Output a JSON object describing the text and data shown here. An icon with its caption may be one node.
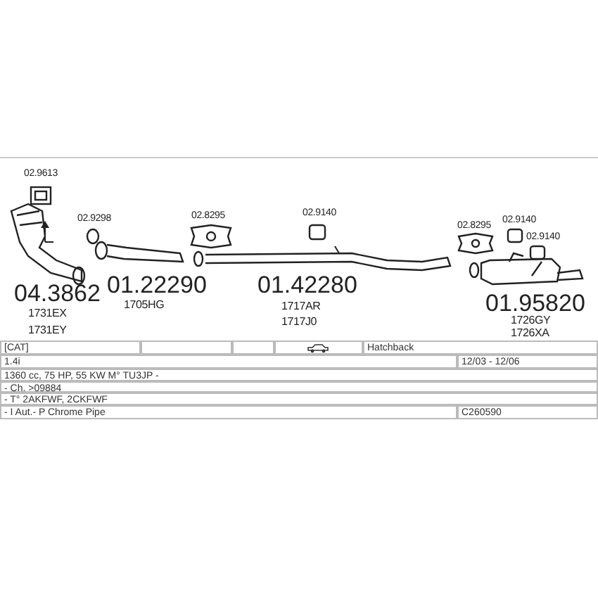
{
  "diagram": {
    "labels": [
      "02.9613",
      "02.9298",
      "02.8295",
      "02.9140",
      "02.8295",
      "02.9140",
      "02.9140",
      "04.3862",
      "1731EX",
      "1731EY",
      "01.22290",
      "1705HG",
      "01.42280",
      "1717AR",
      "1717J0",
      "01.95820",
      "1726GY",
      "1726XA",
      "[CAT]",
      "Hatchback",
      "1.4i",
      "12/03 - 12/06",
      "1360 cc, 75 HP, 55 KW M° TU3JP -",
      "- Ch. >09884",
      "- T° 2AKFWF, 2CKFWF",
      "- I Aut.- P Chrome Pipe",
      "C260590"
    ]
  }
}
